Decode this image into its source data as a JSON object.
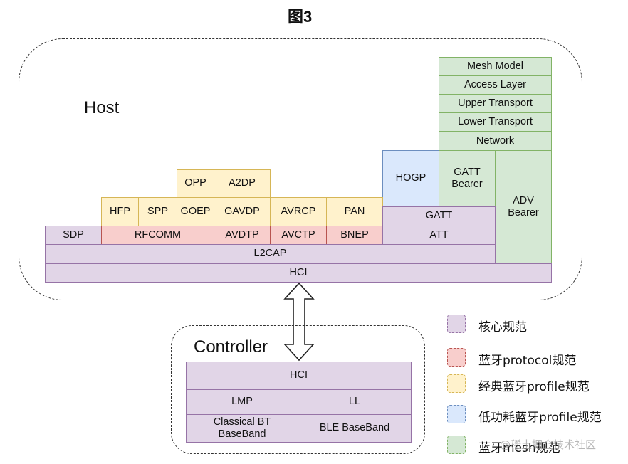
{
  "title": "图3",
  "host_label": "Host",
  "controller_label": "Controller",
  "host_stack": {
    "mesh_model": "Mesh Model",
    "access_layer": "Access Layer",
    "upper_transport": "Upper Transport",
    "lower_transport": "Lower Transport",
    "network": "Network",
    "hogp": "HOGP",
    "gatt_bearer": "GATT\nBearer",
    "adv_bearer": "ADV\nBearer",
    "opp": "OPP",
    "a2dp": "A2DP",
    "hfp": "HFP",
    "spp": "SPP",
    "goep": "GOEP",
    "gavdp": "GAVDP",
    "avrcp": "AVRCP",
    "pan": "PAN",
    "gatt": "GATT",
    "sdp": "SDP",
    "rfcomm": "RFCOMM",
    "avdtp": "AVDTP",
    "avctp": "AVCTP",
    "bnep": "BNEP",
    "att": "ATT",
    "l2cap": "L2CAP",
    "hci": "HCI"
  },
  "controller_stack": {
    "hci": "HCI",
    "lmp": "LMP",
    "ll": "LL",
    "classical_baseband": "Classical BT\nBaseBand",
    "ble_baseband": "BLE BaseBand"
  },
  "legend": [
    {
      "label": "核心规范",
      "fill": "#e1d5e7",
      "stroke": "#9673a6"
    },
    {
      "label": "蓝牙protocol规范",
      "fill": "#f8cecc",
      "stroke": "#b85450"
    },
    {
      "label": "经典蓝牙profile规范",
      "fill": "#fff2cc",
      "stroke": "#d6b656"
    },
    {
      "label": "低功耗蓝牙profile规范",
      "fill": "#dae8fc",
      "stroke": "#6c8ebf"
    },
    {
      "label": "蓝牙mesh规范",
      "fill": "#d5e8d4",
      "stroke": "#82b366"
    }
  ],
  "watermark": "@稀土掘金技术社区"
}
